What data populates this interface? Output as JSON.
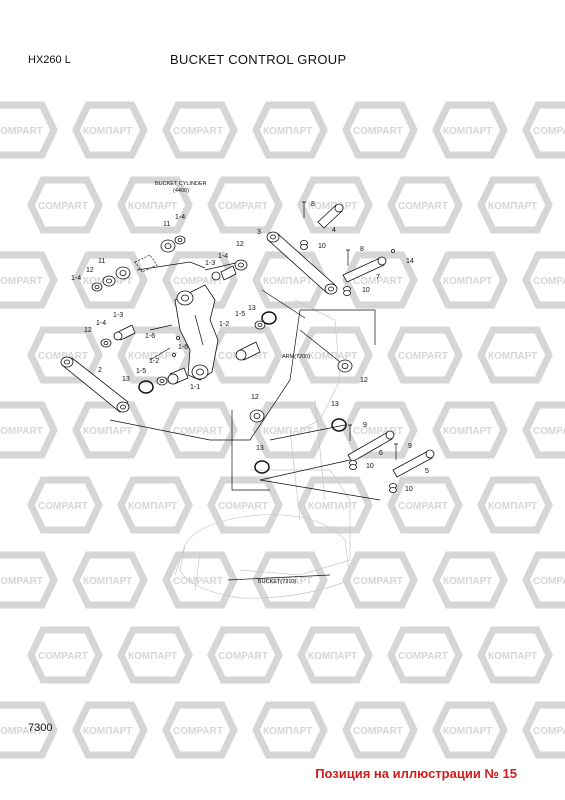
{
  "header": {
    "model": "HX260 L",
    "title": "BUCKET CONTROL GROUP"
  },
  "footer": {
    "page": "7300",
    "caption": "Позиция на иллюстрации № 15"
  },
  "watermark": {
    "text": "COMPART",
    "text_cyrillic": "КОМПАРТ",
    "color": "#d6d6d6"
  },
  "notes": {
    "bucket_cylinder": "BUCKET CYLINDER",
    "bucket_cylinder_ref": "(4400)",
    "arm": "ARM(7200)",
    "bucket": "BUCKET(7310)"
  },
  "part_labels": [
    "1-4",
    "11",
    "12",
    "11",
    "1-4",
    "12",
    "1-4",
    "3",
    "4",
    "8",
    "10",
    "8",
    "7",
    "14",
    "10",
    "1-3",
    "12",
    "1-4",
    "1-6",
    "1-6",
    "1-3",
    "13",
    "1-5",
    "1-2",
    "1-1",
    "1-2",
    "1-5",
    "13",
    "2",
    "12",
    "13",
    "9",
    "6",
    "10",
    "9",
    "5",
    "10",
    "13",
    "12"
  ]
}
